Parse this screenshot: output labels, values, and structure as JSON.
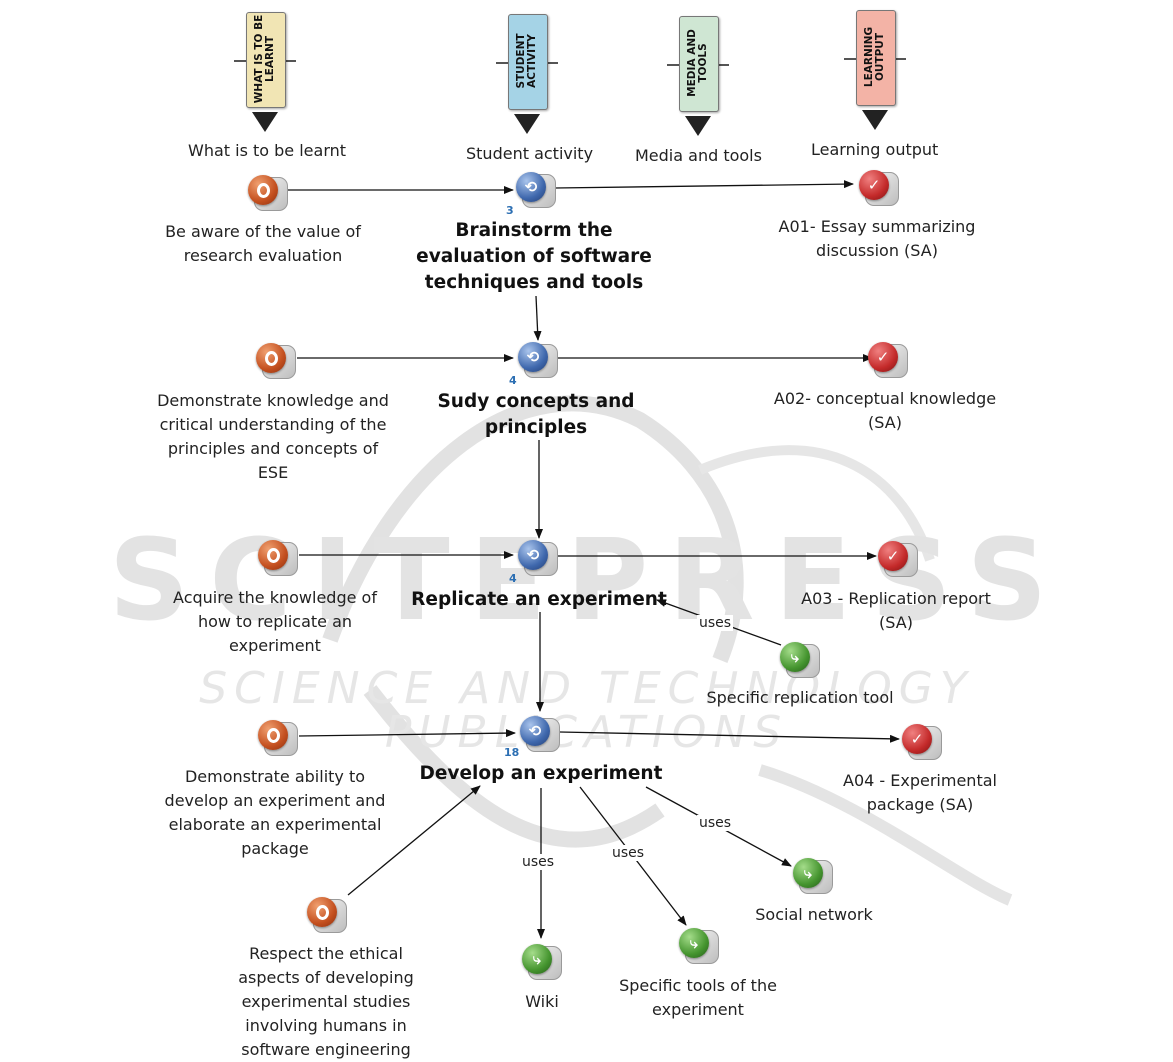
{
  "columns": [
    {
      "tag": "WHAT IS TO BE LEARNT",
      "tag_color": "#f1e5b4",
      "heading": "What is to be learnt"
    },
    {
      "tag": "STUDENT ACTIVITY",
      "tag_color": "#a5d3e6",
      "heading": "Student activity"
    },
    {
      "tag": "MEDIA AND TOOLS",
      "tag_color": "#cfe6d3",
      "heading": "Media and tools"
    },
    {
      "tag": "LEARNING OUTPUT",
      "tag_color": "#f3b3a6",
      "heading": "Learning output"
    }
  ],
  "objectives": [
    "Be aware of the value of research evaluation",
    "Demonstrate knowledge and critical understanding of the principles and concepts of ESE",
    "Acquire the knowledge of how to replicate an experiment",
    "Demonstrate ability to develop an experiment and elaborate an experimental package",
    "Respect the ethical aspects of developing experimental studies involving humans in software engineering"
  ],
  "activities": [
    {
      "count": "3",
      "label": "Brainstorm the evaluation of software techniques and tools"
    },
    {
      "count": "4",
      "label": "Sudy concepts and principles"
    },
    {
      "count": "4",
      "label": "Replicate an experiment"
    },
    {
      "count": "18",
      "label": "Develop an experiment"
    }
  ],
  "outputs": [
    "A01- Essay summarizing discussion (SA)",
    "A02- conceptual knowledge (SA)",
    "A03 - Replication report (SA)",
    "A04 - Experimental package (SA)"
  ],
  "tools": [
    "Specific replication tool",
    "Social network",
    "Specific tools of the experiment",
    "Wiki"
  ],
  "edge_label": "uses",
  "watermark": {
    "main": "SCITEPRESS",
    "sub": "SCIENCE AND TECHNOLOGY PUBLICATIONS"
  },
  "colors": {
    "objective": "#c4501f",
    "activity": "#3f68ad",
    "output": "#c42a2a",
    "tool": "#45952f"
  },
  "icons": {
    "objective": "objective-icon",
    "activity": "activity-icon",
    "output": "checkmark-icon",
    "tool": "wrench-icon"
  }
}
